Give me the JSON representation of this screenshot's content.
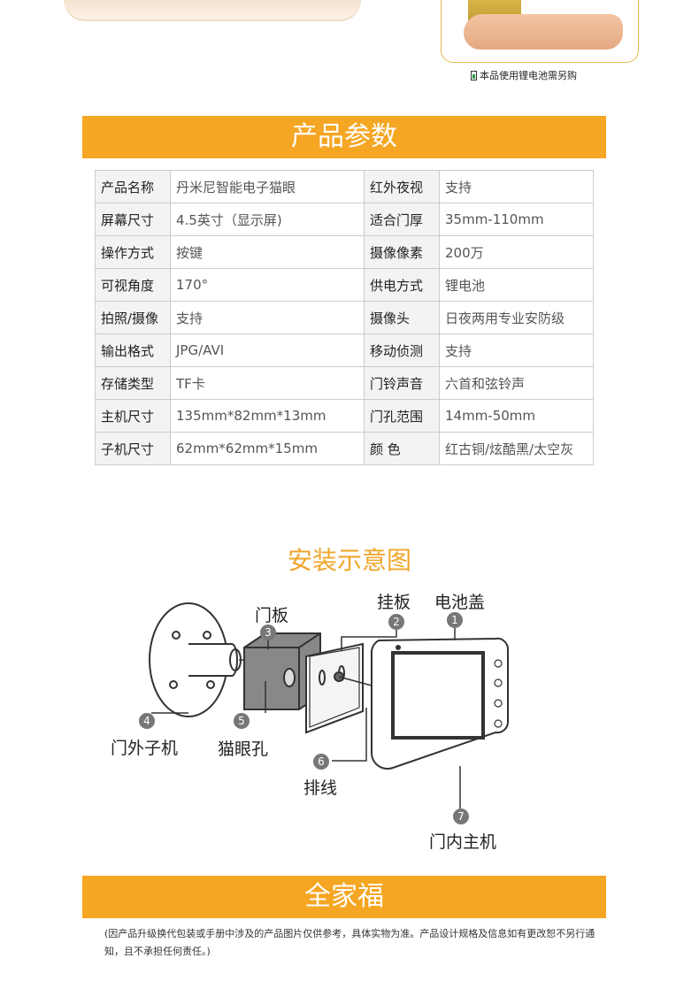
{
  "top": {
    "battery_note": "本品使用锂电池需另购"
  },
  "banners": {
    "params_title": "产品参数",
    "family_title": "全家福"
  },
  "params": {
    "rows": [
      {
        "k1": "产品名称",
        "v1": "丹米尼智能电子猫眼",
        "k2": "红外夜视",
        "v2": "支持"
      },
      {
        "k1": "屏幕尺寸",
        "v1": "4.5英寸（显示屏)",
        "k2": "适合门厚",
        "v2": "35mm-110mm"
      },
      {
        "k1": "操作方式",
        "v1": "按键",
        "k2": "摄像像素",
        "v2": "200万"
      },
      {
        "k1": "可视角度",
        "v1": "170°",
        "k2": "供电方式",
        "v2": "锂电池"
      },
      {
        "k1": "拍照/摄像",
        "v1": "支持",
        "k2": "摄像头",
        "v2": "日夜两用专业安防级"
      },
      {
        "k1": "输出格式",
        "v1": "JPG/AVI",
        "k2": "移动侦测",
        "v2": "支持"
      },
      {
        "k1": "存储类型",
        "v1": "TF卡",
        "k2": "门铃声音",
        "v2": "六首和弦铃声"
      },
      {
        "k1": "主机尺寸",
        "v1": "135mm*82mm*13mm",
        "k2": "门孔范围",
        "v2": "14mm-50mm"
      },
      {
        "k1": "子机尺寸",
        "v1": "62mm*62mm*15mm",
        "k2": "颜 色",
        "v2": "红古铜/炫酷黑/太空灰"
      }
    ]
  },
  "diagram": {
    "title": "安装示意图",
    "labels": {
      "door_panel": "门板",
      "hang_plate": "挂板",
      "battery_cover": "电池盖",
      "outer_unit": "门外子机",
      "peephole": "猫眼孔",
      "cable": "排线",
      "inner_unit": "门内主机"
    },
    "numbers": {
      "n1": "1",
      "n2": "2",
      "n3": "3",
      "n4": "4",
      "n5": "5",
      "n6": "6",
      "n7": "7"
    }
  },
  "disclaimer": "(因产品升级换代包装或手册中涉及的产品图片仅供参考，具体实物为准。产品设计规格及信息如有更改恕不另行通知，且不承担任何责任。)"
}
